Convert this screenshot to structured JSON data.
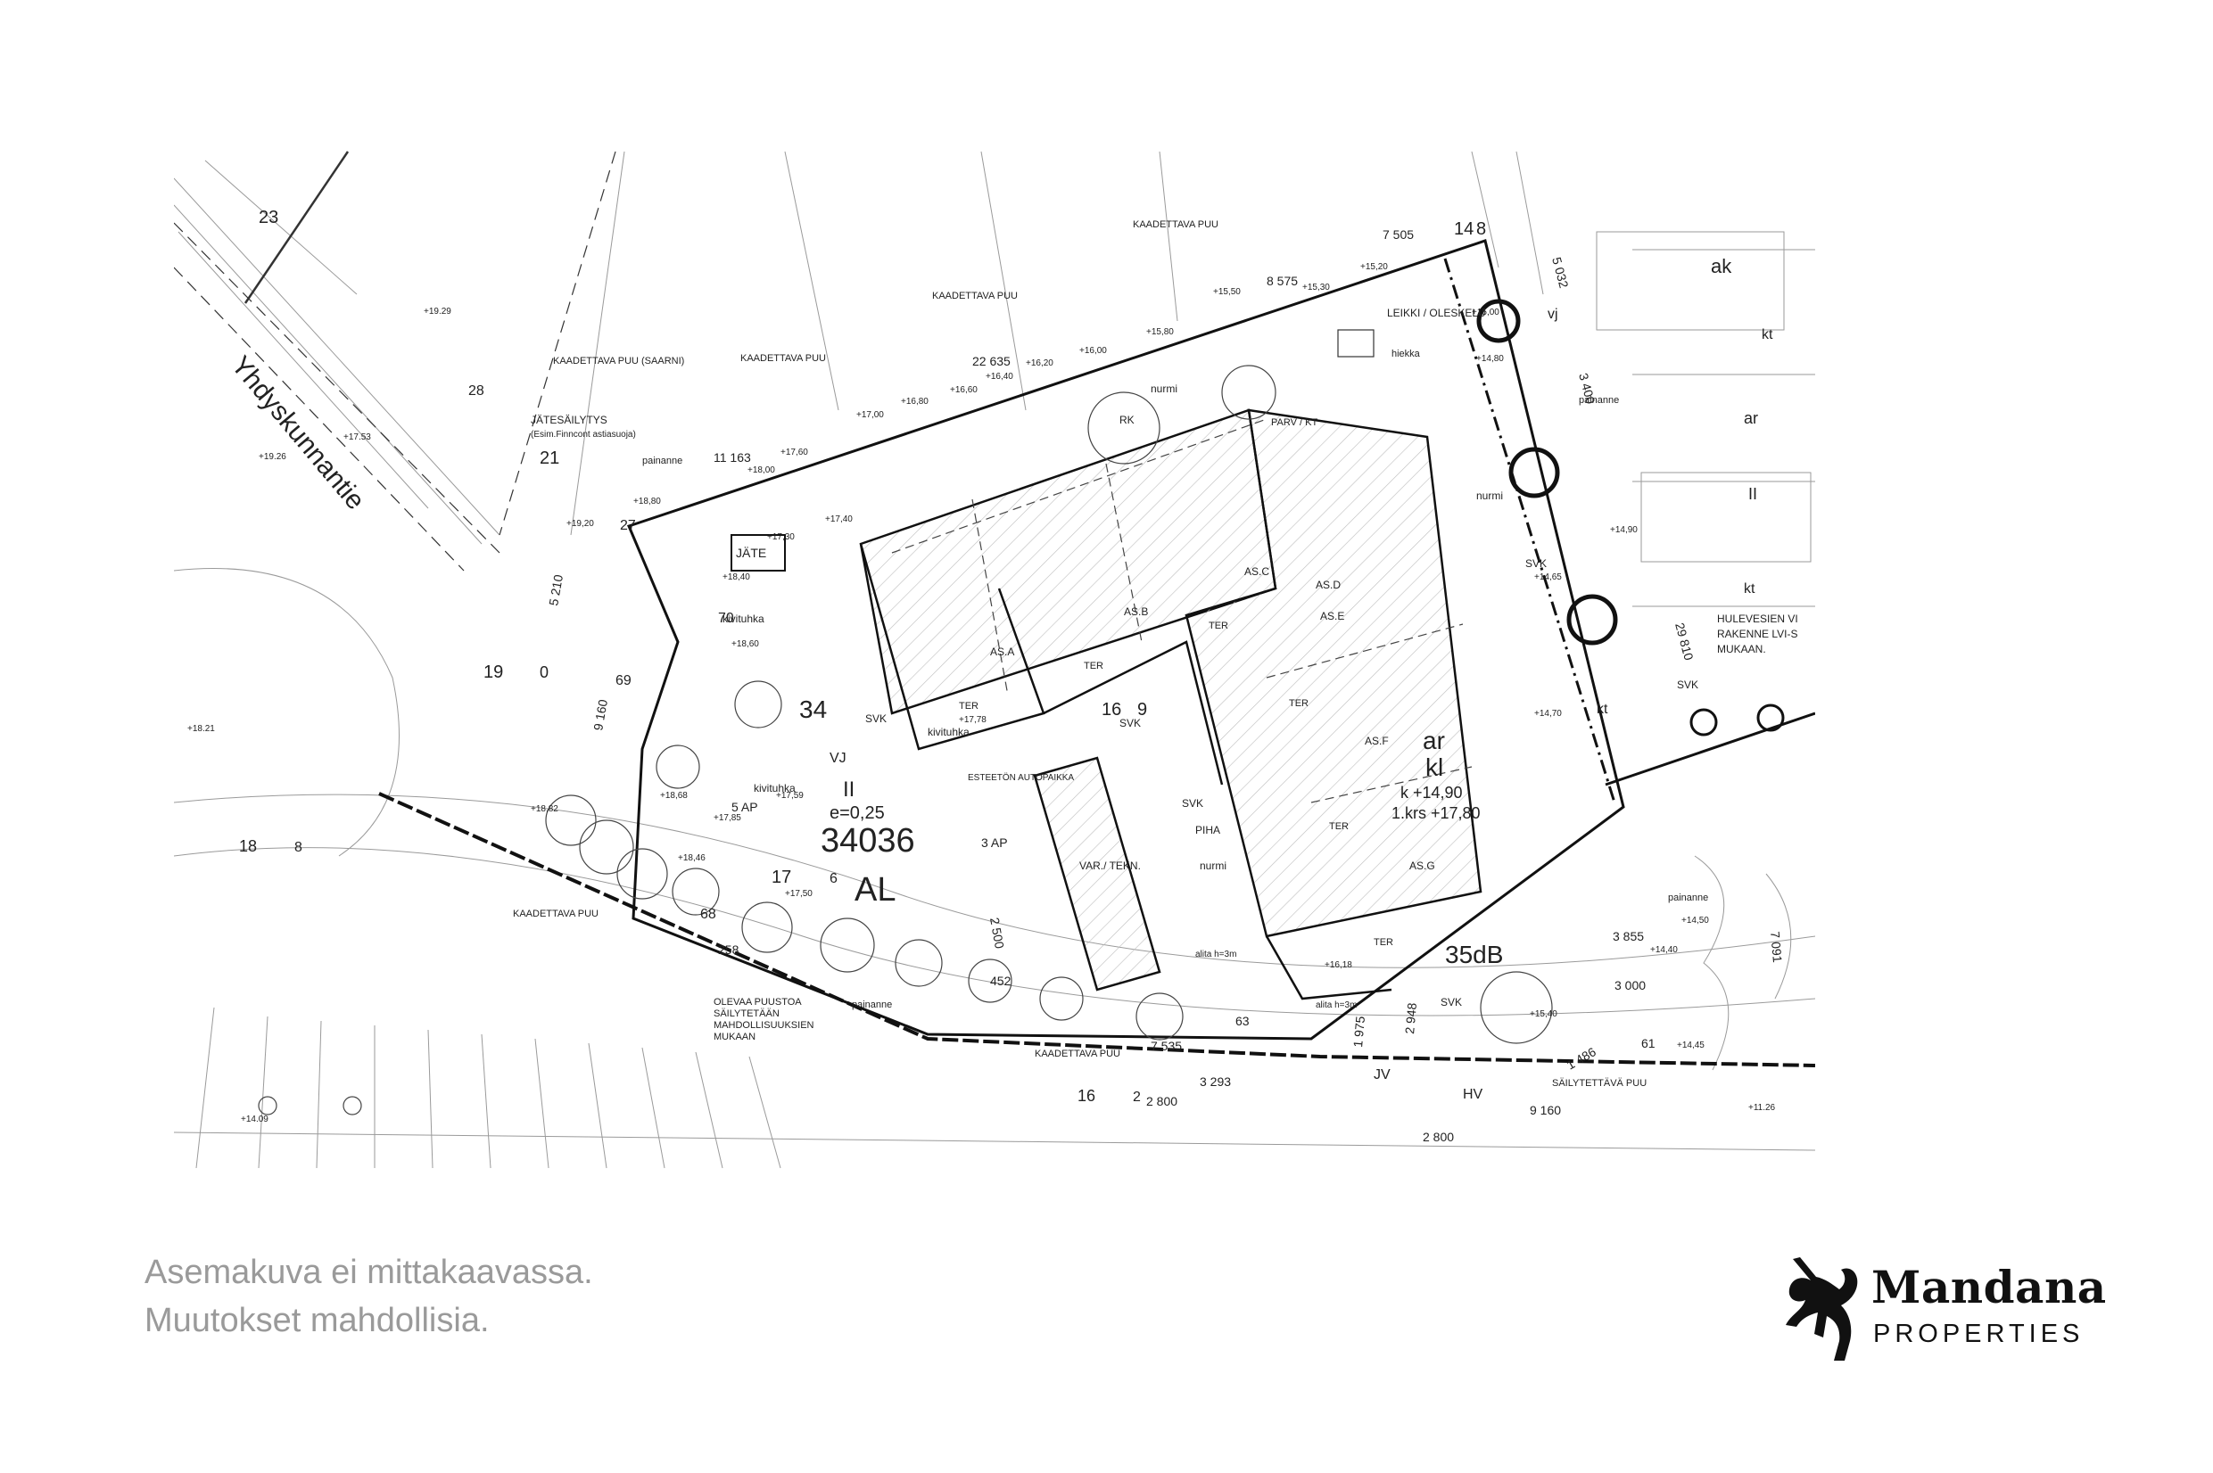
{
  "plan": {
    "road_name": "Yhdyskunnantie",
    "block": {
      "number": "34036",
      "use": "AL",
      "floors": "II",
      "efficiency": "e=0,25"
    },
    "neighbor": {
      "use_top": "ar",
      "use_bottom": "kl",
      "height_k": "k +14,90",
      "height_1krs": "1.krs +17,80"
    },
    "noise": "35dB",
    "plot_numbers": [
      "34",
      "23",
      "21",
      "28",
      "27",
      "70",
      "69",
      "68",
      "258",
      "452",
      "63",
      "61"
    ],
    "labels": {
      "as_a": "AS.A",
      "as_b": "AS.B",
      "as_c": "AS.C",
      "as_d": "AS.D",
      "as_e": "AS.E",
      "as_f": "AS.F",
      "as_g": "AS.G",
      "ter": "TER",
      "piha": "PIHA",
      "nurmi": "nurmi",
      "kivituhka": "kivituhka",
      "svk": "SVK",
      "rk": "RK",
      "vj": "VJ",
      "jv": "JV",
      "hv": "HV",
      "ap5": "5 AP",
      "ap3": "3 AP",
      "accessible_parking": "ESTEETÖN AUTOPAIKKA",
      "var_tekn": "VAR./ TEKN.",
      "jate": "JÄTE",
      "jatesailytys": "JÄTESÄILYTYS",
      "jatesailytys_sub": "(Esim.Finncont astiasuoja)",
      "kaadettava_puu": "KAADETTAVA PUU",
      "kaadettava_puu_saarni": "KAADETTAVA PUU (SAARNI)",
      "leikki": "LEIKKI / OLESKELU",
      "hiekka": "hiekka",
      "painanne": "painanne",
      "parv_kt": "PARV / KT",
      "hulevesi_1": "HULEVESIEN VI",
      "hulevesi_2": "RAKENNE LVI-S",
      "hulevesi_3": "MUKAAN.",
      "olevaa_1": "OLEVAA PUUSTOA",
      "olevaa_2": "SÄILYTETÄÄN",
      "olevaa_3": "MAHDOLLISUUKSIEN",
      "olevaa_4": "MUKAAN",
      "sailytettava": "SÄILYTETTÄVÄ PUU",
      "ak": "ak",
      "kt": "kt",
      "ar": "ar",
      "ii": "II",
      "vj_small": "vj",
      "alita_1": "alita h=3m",
      "alita_2": "alita h=3m",
      "kt_small": "kt"
    },
    "dims": [
      "7 505",
      "8 575",
      "22 635",
      "11 163",
      "5 210",
      "9 160",
      "3 400",
      "5 032",
      "29 810",
      "7 091",
      "3 855",
      "3 000",
      "7 535",
      "2 800",
      "3 293",
      "2 948",
      "1 975",
      "2 800",
      "1 486",
      "9 160",
      "2 500",
      "14",
      "8",
      "16",
      "9",
      "17",
      "6",
      "19",
      "0",
      "18",
      "8",
      "16",
      "2"
    ],
    "elevations": [
      "+15,00",
      "+14,80",
      "+15,20",
      "+15,30",
      "+15,50",
      "+15,80",
      "+16,00",
      "+16,20",
      "+16,40",
      "+16,60",
      "+16,80",
      "+17,00",
      "+17,30",
      "+17,40",
      "+17,50",
      "+17,60",
      "+17,78",
      "+18,00",
      "+18,40",
      "+18,60",
      "+18,80",
      "+19,20",
      "+14,90",
      "+14,65",
      "+14,70",
      "+18.21",
      "+14.09",
      "+19.29",
      "+19.26",
      "+17.53",
      "+11.26",
      "+14,45",
      "+14,40",
      "+14,50",
      "+15,40",
      "+16,18",
      "+17,85",
      "+17,59",
      "+18,46",
      "+18,68",
      "+18,82"
    ]
  },
  "caption": {
    "line1": "Asemakuva ei mittakaavassa.",
    "line2": "Muutokset mahdollisia."
  },
  "brand": {
    "name": "Mandana",
    "subtitle": "PROPERTIES",
    "icon": "unicorn-logo-icon"
  },
  "colors": {
    "line": "#222222",
    "caption": "#9a9a9a",
    "brand": "#111111"
  }
}
